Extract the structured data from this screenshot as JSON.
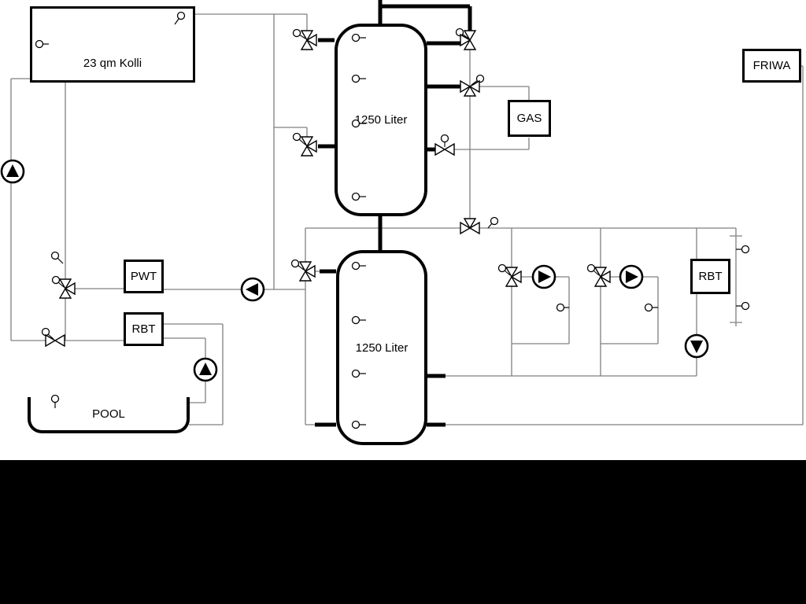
{
  "diagram": {
    "collector_label": "23 qm Kolli",
    "tank_top_label": "1250 Liter",
    "tank_bottom_label": "1250 Liter",
    "gas_label": "GAS",
    "friwa_label": "FRIWA",
    "pwt_label": "PWT",
    "rbt_left_label": "RBT",
    "rbt_right_label": "RBT",
    "pool_label": "POOL",
    "colors": {
      "pipe_thin": "#808080",
      "pipe_thick": "#000000",
      "background": "#ffffff",
      "footer": "#000000"
    }
  }
}
